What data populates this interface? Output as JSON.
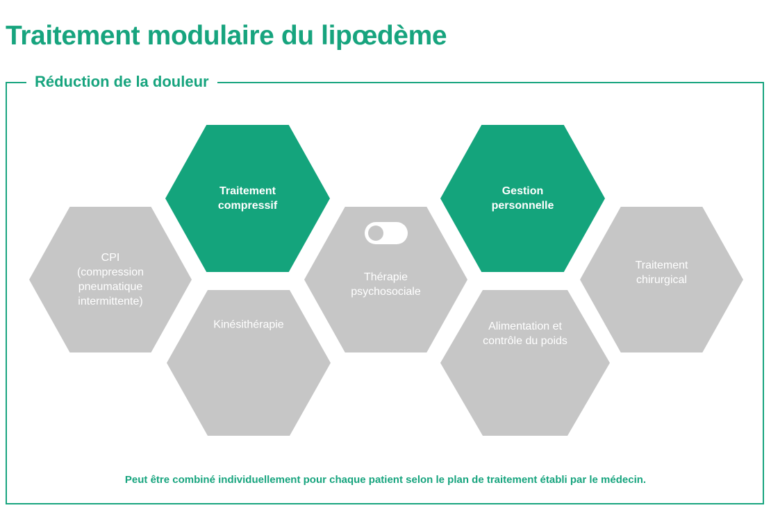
{
  "title": "Traitement modulaire du lipœdème",
  "panel": {
    "legend": "Réduction de la douleur",
    "border_color": "#17A47E"
  },
  "colors": {
    "accent_green": "#17A47E",
    "hex_green": "#14A47C",
    "hex_grey": "#C6C6C6",
    "label_white": "#FFFFFF",
    "background": "#FFFFFF"
  },
  "diagram": {
    "type": "hexagon-module-grid",
    "highlighted_color": "#14A47C",
    "default_color": "#C6C6C6",
    "hexagons": [
      {
        "id": "cpi",
        "label": "CPI\n(compression\npneumatique\nintermittente)",
        "state": "inactive",
        "color": "#C6C6C6",
        "row": "middle",
        "column": 1
      },
      {
        "id": "traitement-compressif",
        "label": "Traitement\ncompressif",
        "state": "active",
        "color": "#14A47C",
        "row": "top",
        "column": 2
      },
      {
        "id": "kinesitherapie",
        "label": "Kinésithérapie",
        "state": "inactive",
        "color": "#C6C6C6",
        "row": "bottom",
        "column": 2
      },
      {
        "id": "therapie-psychosociale",
        "label": "Thérapie\npsychosociale",
        "state": "inactive",
        "color": "#C6C6C6",
        "row": "middle",
        "column": 3,
        "toggle": {
          "state": "off",
          "icon": "toggle-switch-off-icon"
        }
      },
      {
        "id": "gestion-personnelle",
        "label": "Gestion\npersonnelle",
        "state": "active",
        "color": "#14A47C",
        "row": "top",
        "column": 4
      },
      {
        "id": "alimentation-controle-poids",
        "label": "Alimentation et\ncontrôle du poids",
        "state": "inactive",
        "color": "#C6C6C6",
        "row": "bottom",
        "column": 4
      },
      {
        "id": "traitement-chirurgical",
        "label": "Traitement\nchirurgical",
        "state": "inactive",
        "color": "#C6C6C6",
        "row": "middle",
        "column": 5
      }
    ]
  },
  "footnote": "Peut être combiné individuellement pour chaque patient selon le plan de traitement établi par le médecin."
}
